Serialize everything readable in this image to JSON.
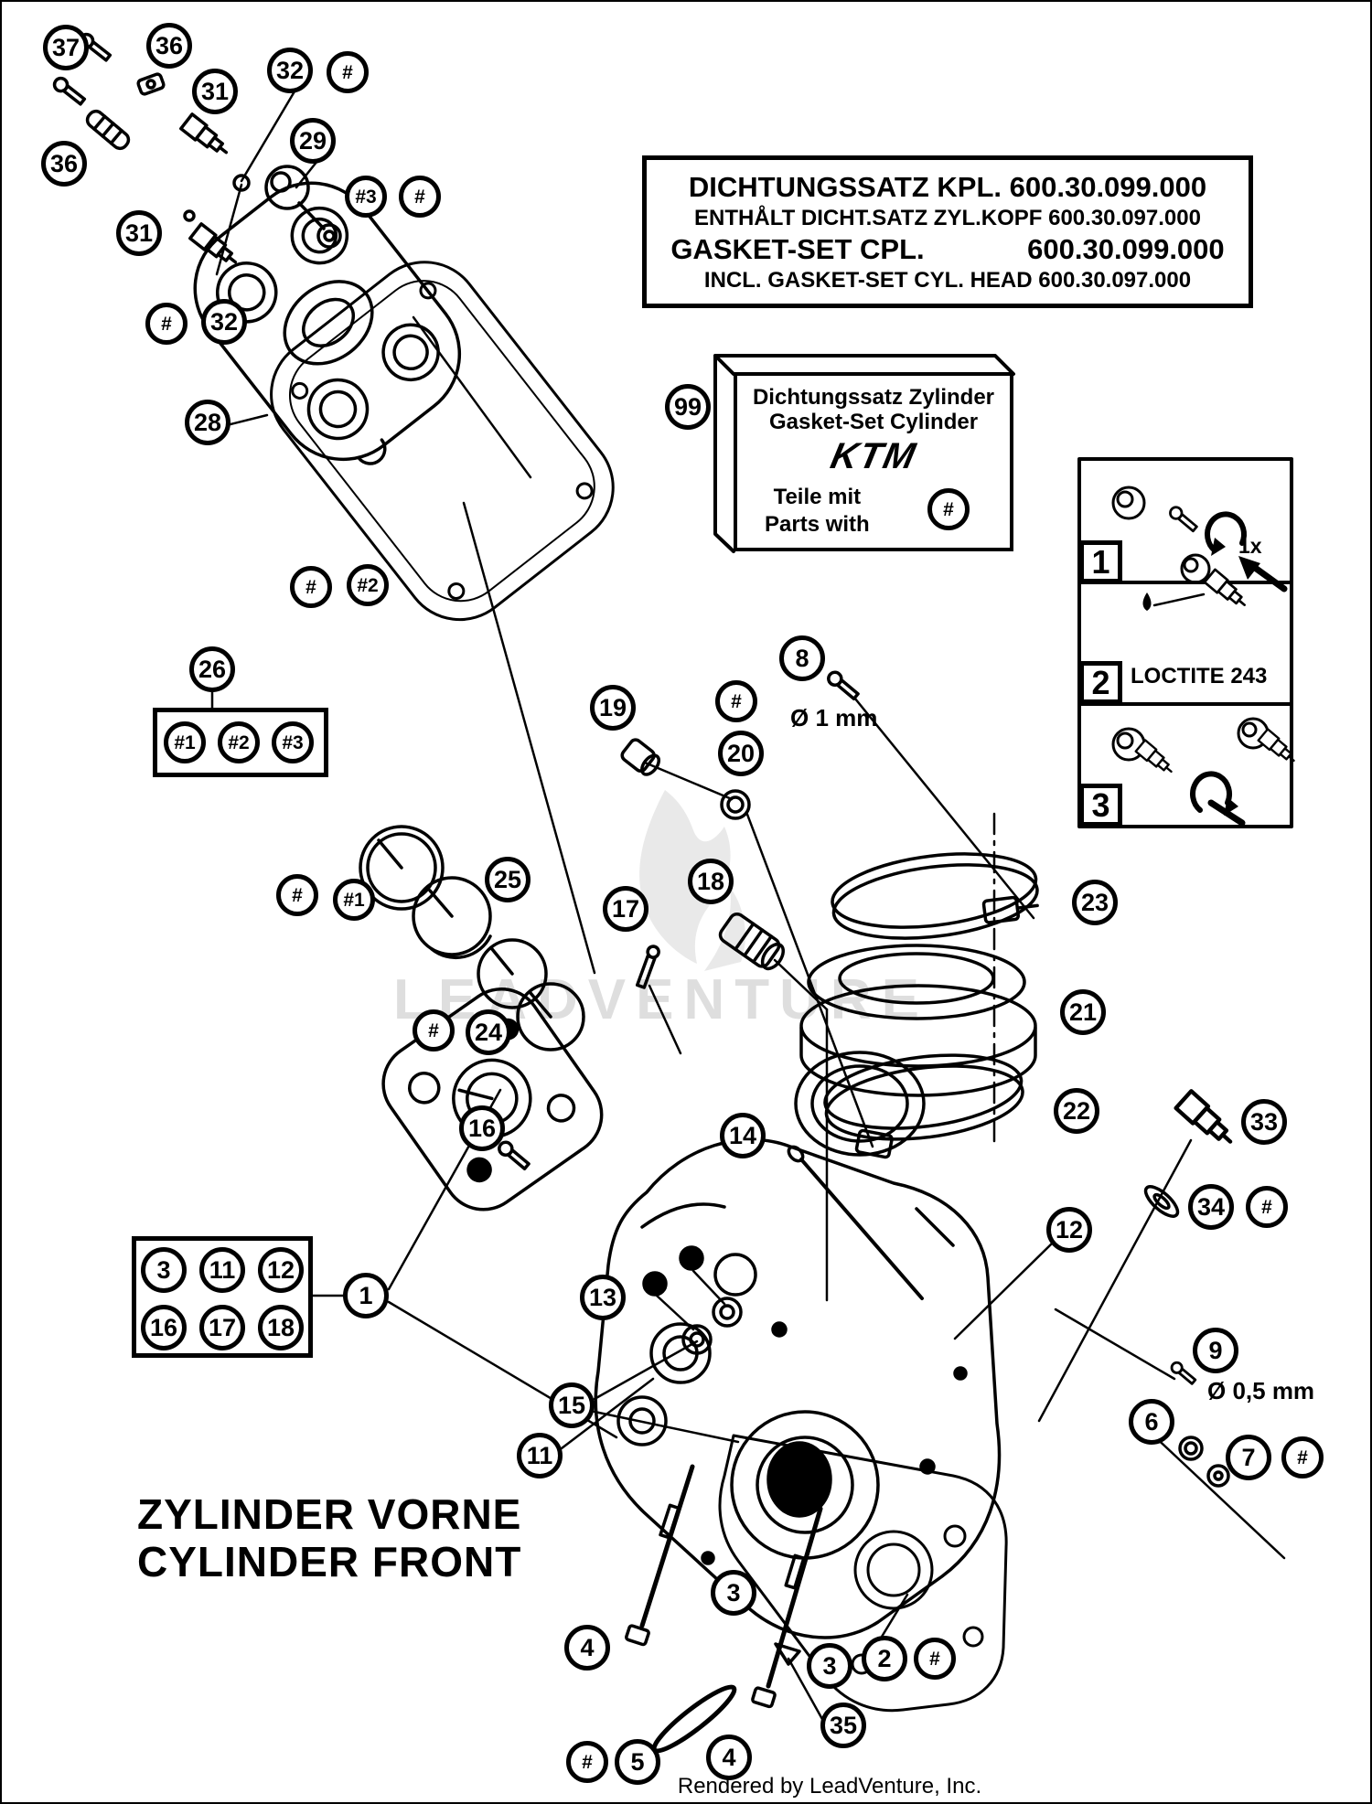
{
  "diagram": {
    "title_de": "ZYLINDER VORNE",
    "title_en": "CYLINDER FRONT",
    "footer_credit": "Rendered by LeadVenture, Inc.",
    "watermark_text": "LEADVENTURE"
  },
  "info_box": {
    "line1": "DICHTUNGSSATZ KPL. 600.30.099.000",
    "line2": "ENTHÅLT DICHT.SATZ ZYL.KOPF 600.30.097.000",
    "line3_label": "GASKET-SET CPL.",
    "line3_value": "600.30.099.000",
    "line4": "INCL. GASKET-SET CYL. HEAD 600.30.097.000"
  },
  "package_box": {
    "callout": "99",
    "title_de": "Dichtungssatz Zylinder",
    "title_en": "Gasket-Set Cylinder",
    "brand": "KTM",
    "note_de": "Teile mit",
    "note_en": "Parts with",
    "badge": "#"
  },
  "legend": {
    "row1": {
      "num": "1",
      "note": "1x"
    },
    "row2": {
      "num": "2",
      "note": "LOCTITE 243"
    },
    "row3": {
      "num": "3"
    }
  },
  "dimensions": {
    "hole_1mm": "Ø 1 mm",
    "hole_05mm": "Ø 0,5 mm"
  },
  "group_box": {
    "callout": "1",
    "items": [
      "3",
      "11",
      "12",
      "16",
      "17",
      "18"
    ]
  },
  "shim_box": {
    "callout": "26",
    "items": [
      "#1",
      "#2",
      "#3"
    ]
  },
  "callouts": {
    "n37": "37",
    "n36a": "36",
    "n31a": "31",
    "n32a": "32",
    "hA": "#",
    "n29": "29",
    "n36b": "36",
    "n31b": "31",
    "h3a": "#3",
    "hB": "#",
    "hC": "#",
    "n32b": "32",
    "n28": "28",
    "hD": "#",
    "h2a": "#2",
    "n8": "8",
    "n19": "19",
    "hE": "#",
    "n20": "20",
    "n25": "25",
    "n17": "17",
    "n18": "18",
    "hF": "#",
    "h1a": "#1",
    "hG": "#",
    "n24": "24",
    "n16": "16",
    "n23": "23",
    "n21": "21",
    "n22": "22",
    "n33": "33",
    "n34": "34",
    "hH": "#",
    "n12": "12",
    "n14": "14",
    "n13": "13",
    "n15": "15",
    "n11": "11",
    "n9": "9",
    "n6": "6",
    "n7": "7",
    "hI": "#",
    "n2": "2",
    "hJ": "#",
    "n3a": "3",
    "n4a": "4",
    "n3b": "3",
    "n35": "35",
    "n4b": "4",
    "hK": "#",
    "n5": "5"
  }
}
